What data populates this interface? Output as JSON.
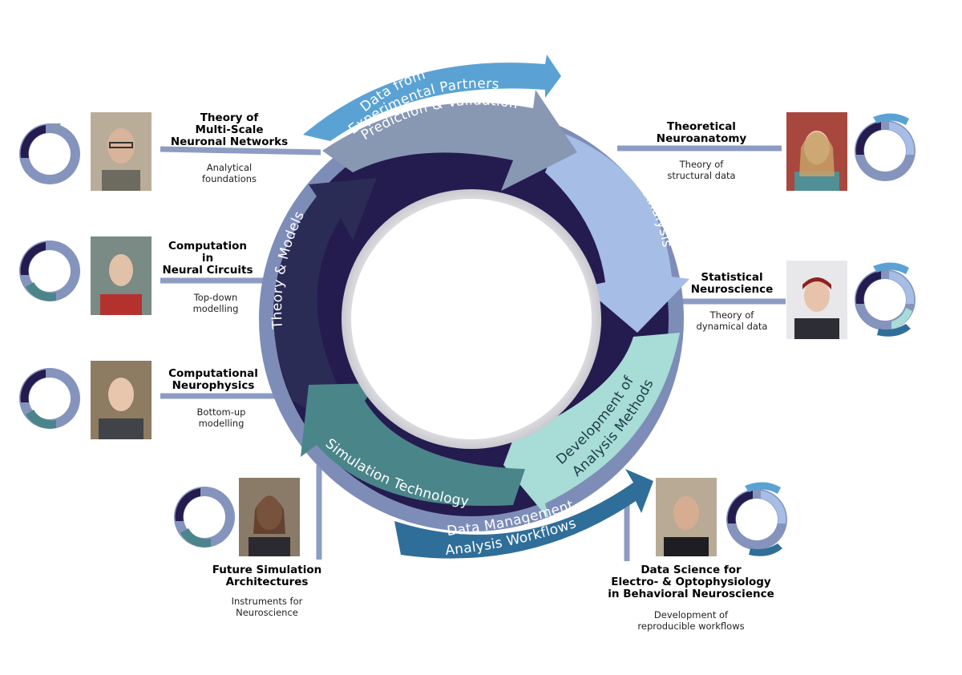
{
  "cycle": {
    "arcs": [
      {
        "id": "data-from-experimental-partners",
        "lines": [
          "Data from",
          "Experimental Partners"
        ],
        "color": "#5aa2d4"
      },
      {
        "id": "prediction-validation",
        "lines": [
          "Prediction & Validation"
        ],
        "color": "#8898b3"
      },
      {
        "id": "data-analysis",
        "lines": [
          "Data Analysis"
        ],
        "color": "#a6bde6"
      },
      {
        "id": "development-of-analysis-methods",
        "lines": [
          "Development of",
          "Analysis Methods"
        ],
        "color": "#a8dcd6"
      },
      {
        "id": "data-management-analysis-workflows",
        "lines": [
          "Data Management",
          "Analysis Workflows"
        ],
        "color": "#2f6e99"
      },
      {
        "id": "simulation-technology",
        "lines": [
          "Simulation Technology"
        ],
        "color": "#4a858a"
      },
      {
        "id": "theory-models",
        "lines": [
          "Theory & Models"
        ],
        "color": "#2a2c55"
      }
    ]
  },
  "groups": [
    {
      "title": [
        "Theory of",
        "Multi-Scale",
        "Neuronal Networks"
      ],
      "subtitle": [
        "Analytical",
        "foundations"
      ]
    },
    {
      "title": [
        "Computation",
        "in",
        "Neural Circuits"
      ],
      "subtitle": [
        "Top-down",
        "modelling"
      ]
    },
    {
      "title": [
        "Computational",
        "Neurophysics"
      ],
      "subtitle": [
        "Bottom-up",
        "modelling"
      ]
    },
    {
      "title": [
        "Future Simulation",
        "Architectures"
      ],
      "subtitle": [
        "Instruments for",
        "Neuroscience"
      ]
    },
    {
      "title": [
        "Theoretical",
        "Neuroanatomy"
      ],
      "subtitle": [
        "Theory of",
        "structural data"
      ]
    },
    {
      "title": [
        "Statistical",
        "Neuroscience"
      ],
      "subtitle": [
        "Theory of",
        "dynamical data"
      ]
    },
    {
      "title": [
        "Data Science for",
        "Electro- & Optophysiology",
        "in Behavioral Neuroscience"
      ],
      "subtitle": [
        "Development of",
        "reproducible workflows"
      ]
    }
  ],
  "colors": {
    "ring": "#7d8db8",
    "dark_navy": "#241b4f",
    "connector": "#8d9cc2"
  }
}
